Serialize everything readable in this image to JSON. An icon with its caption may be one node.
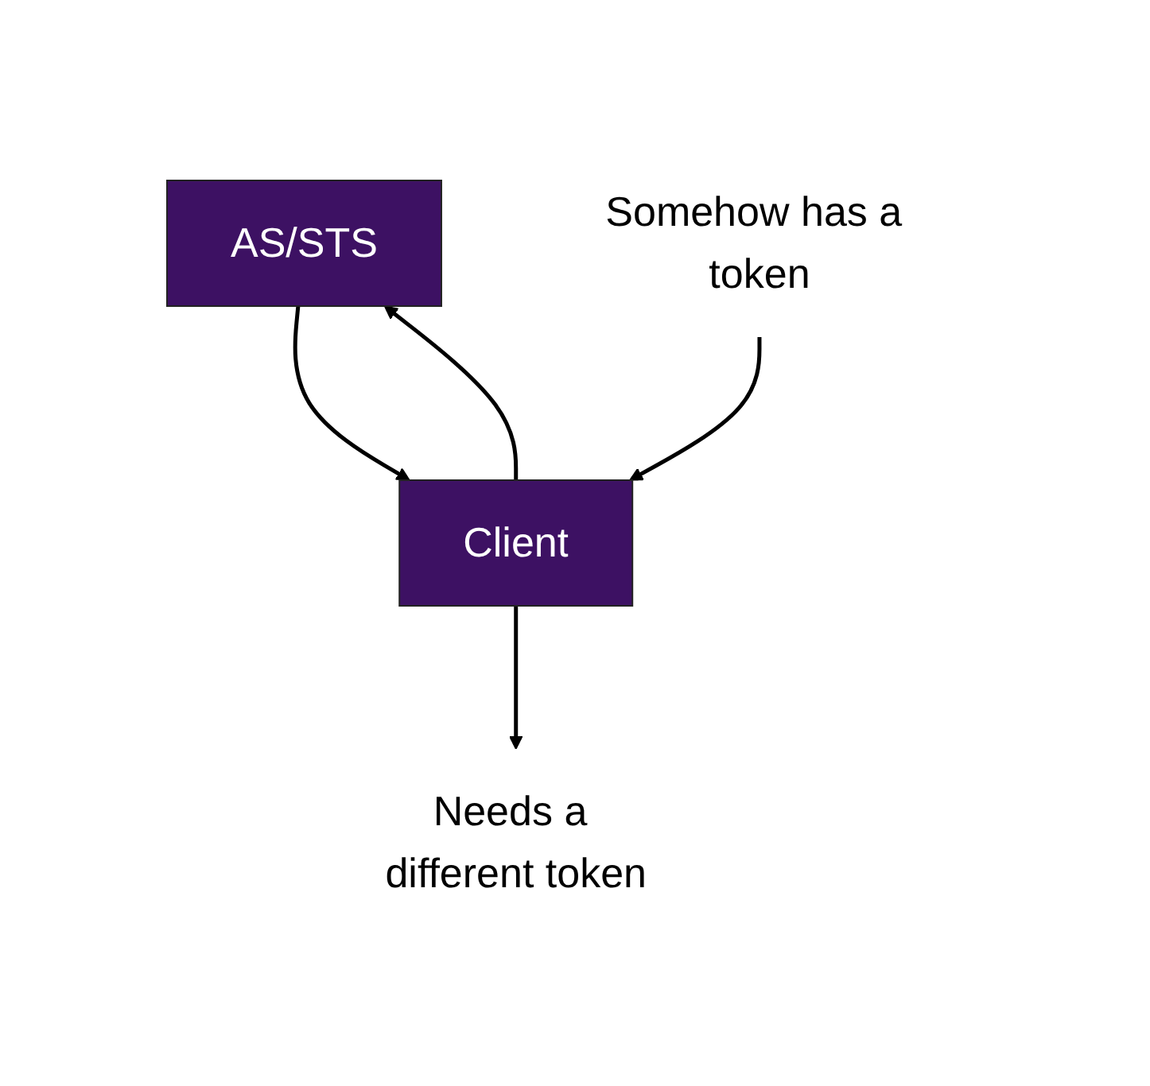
{
  "diagram": {
    "nodes": [
      {
        "text": [
          "AS/STS"
        ]
      },
      {
        "text": [
          "Somehow has a token"
        ]
      },
      {
        "text": [
          "Needs a different token"
        ]
      },
      {
        "text": [
          "Client"
        ]
      }
    ],
    "edges": [
      {
        "from": 3,
        "to": 0,
        "arrow": "to"
      },
      {
        "from": 0,
        "to": 3,
        "arrow": "to"
      },
      {
        "from": 1,
        "to": 3,
        "arrow": "to"
      },
      {
        "from": 3,
        "to": 2,
        "arrow": "to"
      }
    ]
  }
}
